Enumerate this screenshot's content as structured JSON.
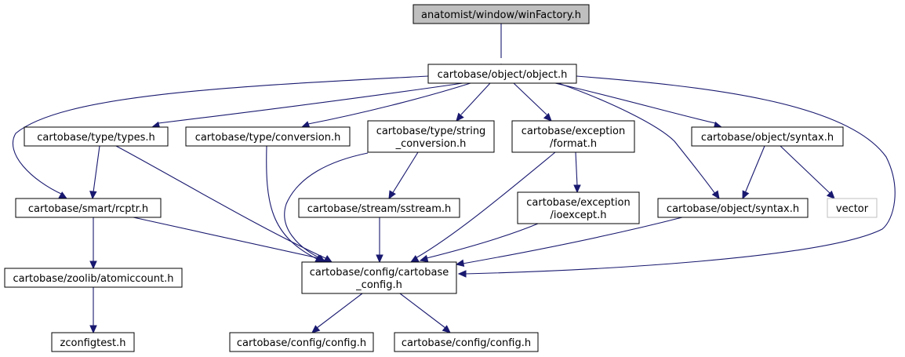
{
  "colors": {
    "edge": "#191970",
    "root_fill": "#bfbfbf",
    "external_border": "#bfbfbf",
    "node_border": "#000000"
  },
  "nodes": {
    "root": [
      "anatomist/window/winFactory.h"
    ],
    "object": [
      "cartobase/object/object.h"
    ],
    "types": [
      "cartobase/type/types.h"
    ],
    "conversion": [
      "cartobase/type/conversion.h"
    ],
    "string_conversion": [
      "cartobase/type/string",
      "_conversion.h"
    ],
    "exception_format": [
      "cartobase/exception",
      "/format.h"
    ],
    "object_syntax_top": [
      "cartobase/object/syntax.h"
    ],
    "rcptr": [
      "cartobase/smart/rcptr.h"
    ],
    "sstream": [
      "cartobase/stream/sstream.h"
    ],
    "ioexcept": [
      "cartobase/exception",
      "/ioexcept.h"
    ],
    "object_syntax_mid": [
      "cartobase/object/syntax.h"
    ],
    "vector": [
      "vector"
    ],
    "atomiccount": [
      "cartobase/zoolib/atomiccount.h"
    ],
    "cartobase_config": [
      "cartobase/config/cartobase",
      "_config.h"
    ],
    "zconfigtest": [
      "zconfigtest.h"
    ],
    "config_a": [
      "cartobase/config/config.h"
    ],
    "config_b": [
      "cartobase/config/config.h"
    ]
  }
}
